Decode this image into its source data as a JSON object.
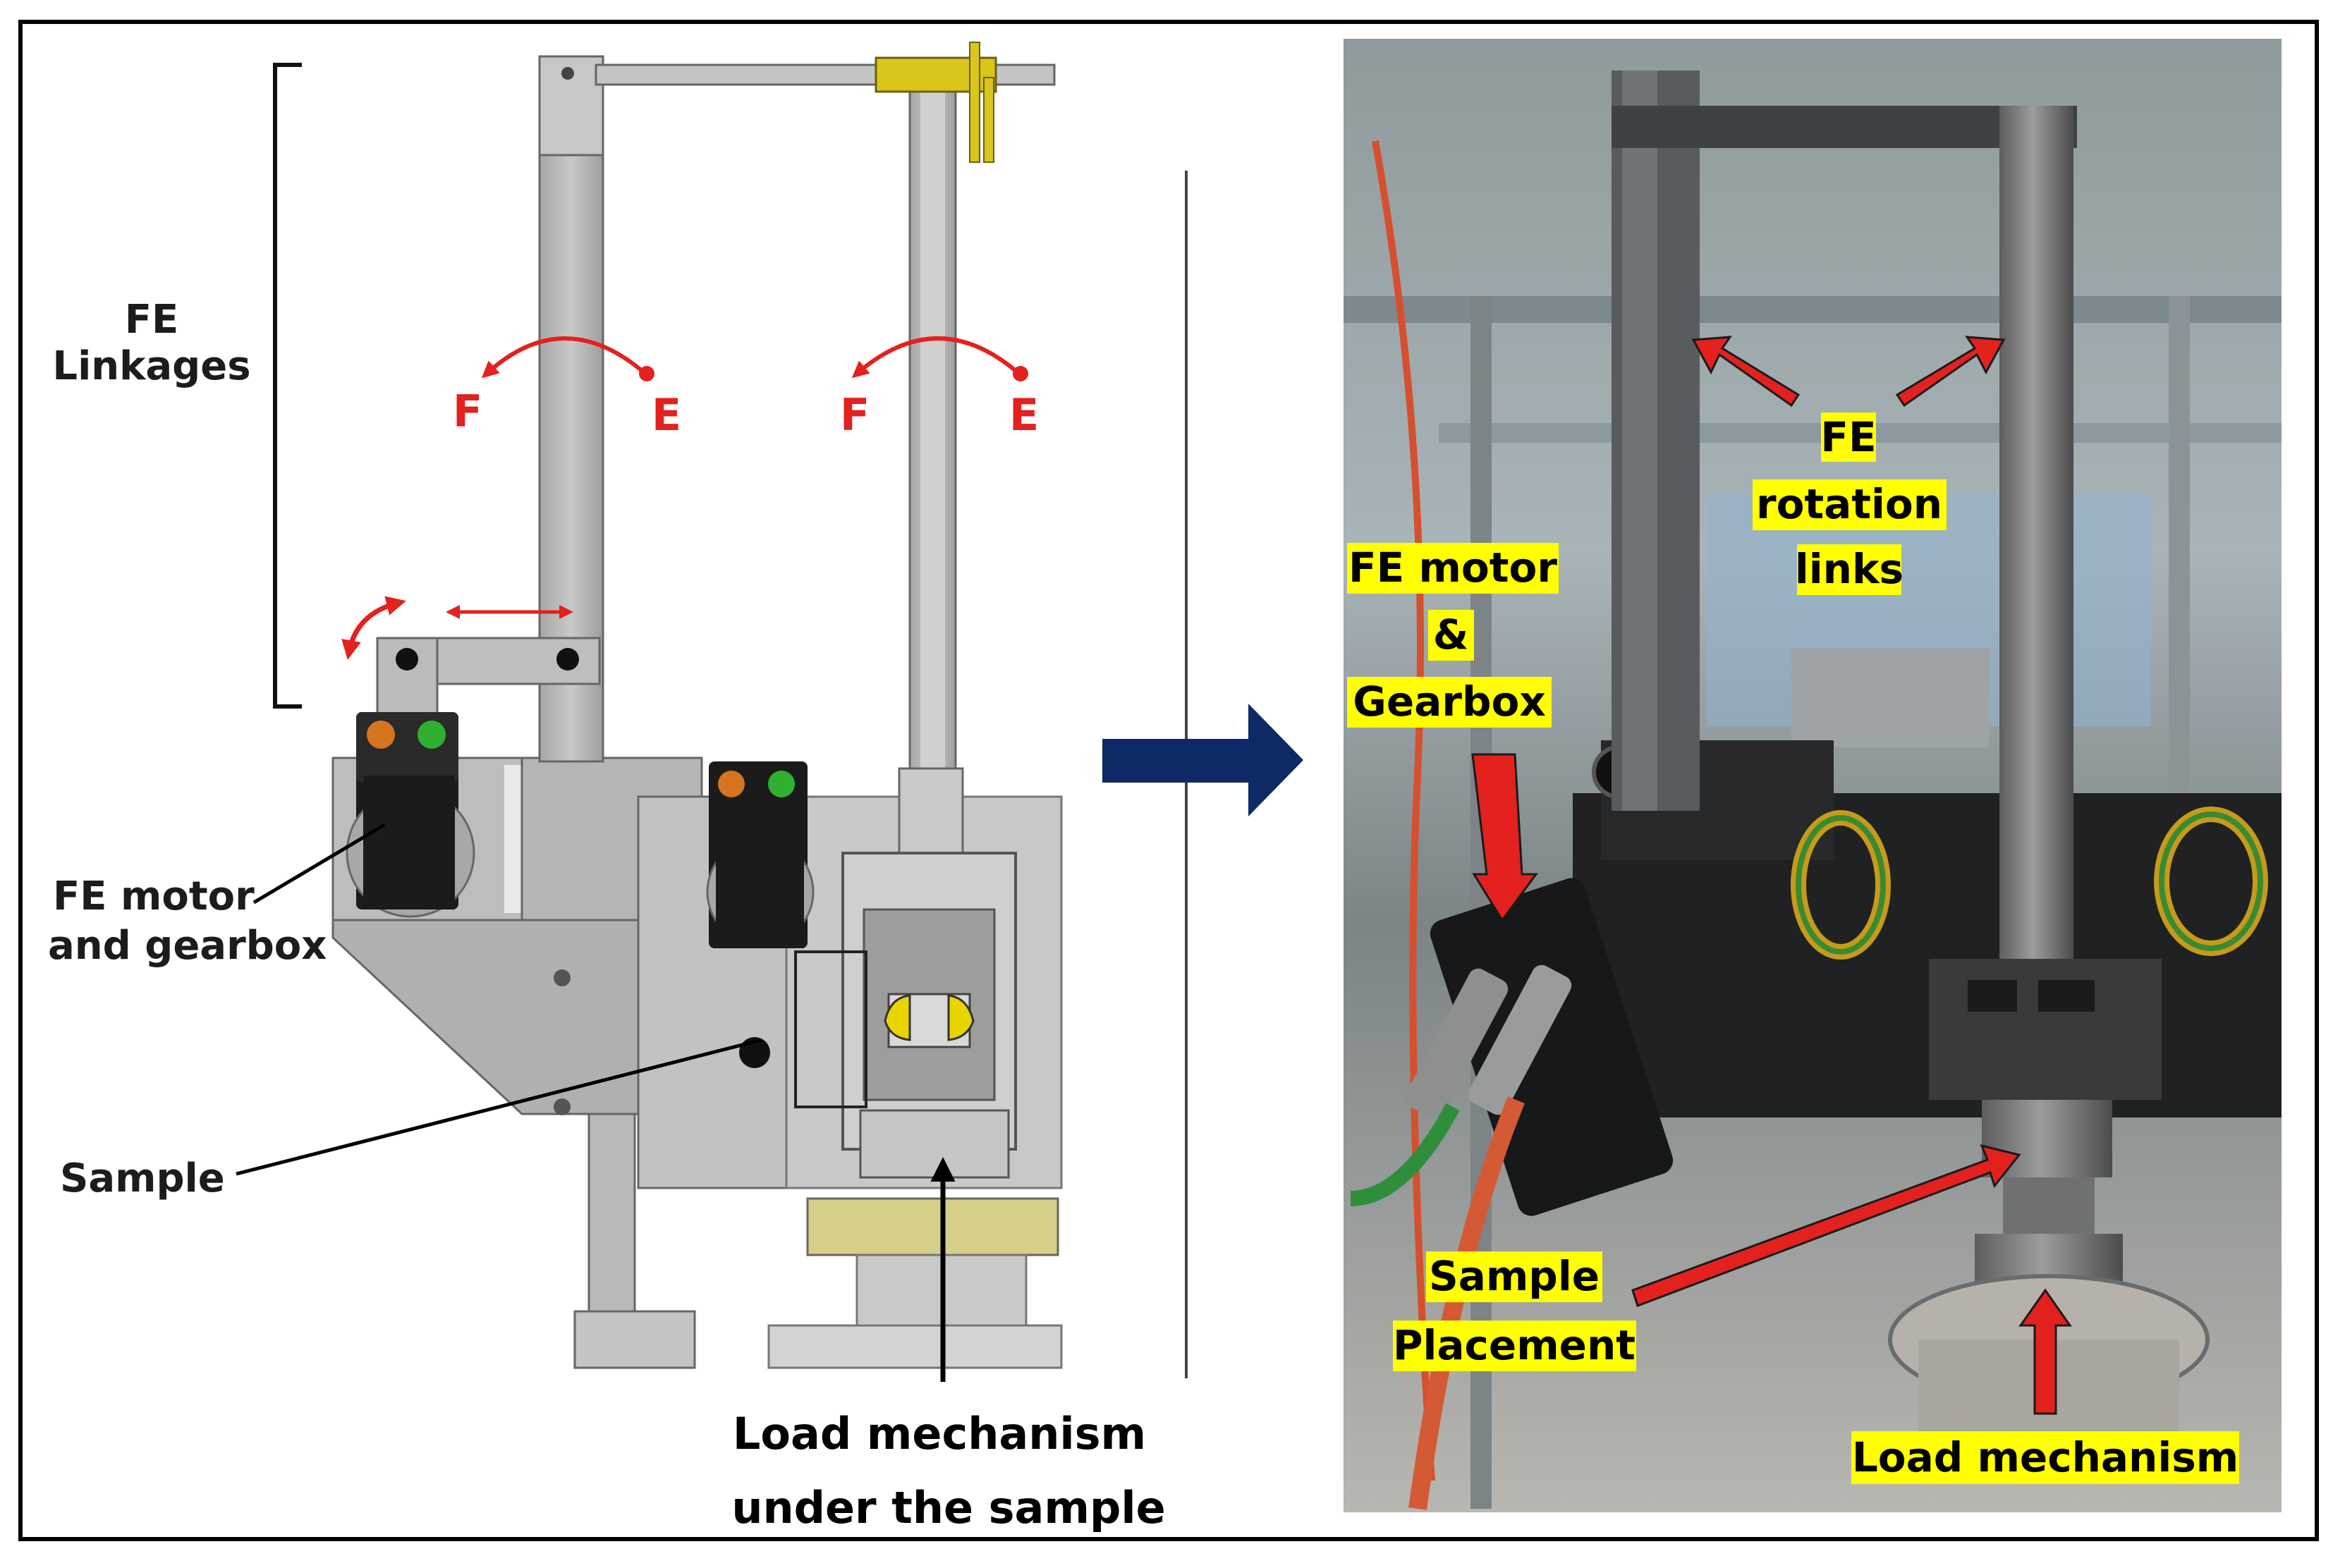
{
  "left_panel": {
    "fe_linkages": [
      "FE",
      "Linkages"
    ],
    "fe_motor": [
      "FE motor",
      "and gearbox"
    ],
    "sample": "Sample",
    "load_mechanism": [
      "Load mechanism",
      "under the sample"
    ],
    "flex_left": "F",
    "ext_left": "E",
    "flex_right": "F",
    "ext_right": "E"
  },
  "right_panel": {
    "fe_rotation_links": [
      "FE",
      "rotation",
      "links"
    ],
    "fe_motor_gearbox": [
      "FE motor",
      "&",
      "Gearbox"
    ],
    "sample_placement": [
      "Sample",
      "Placement"
    ],
    "load_mechanism": "Load mechanism"
  },
  "colors": {
    "annotation_red": "#e3211e",
    "highlight_yellow": "#ffff00",
    "flow_arrow_navy": "#0d2a66",
    "machine_gray": "#b9b9b9",
    "sample_yellow": "#e8d400"
  }
}
